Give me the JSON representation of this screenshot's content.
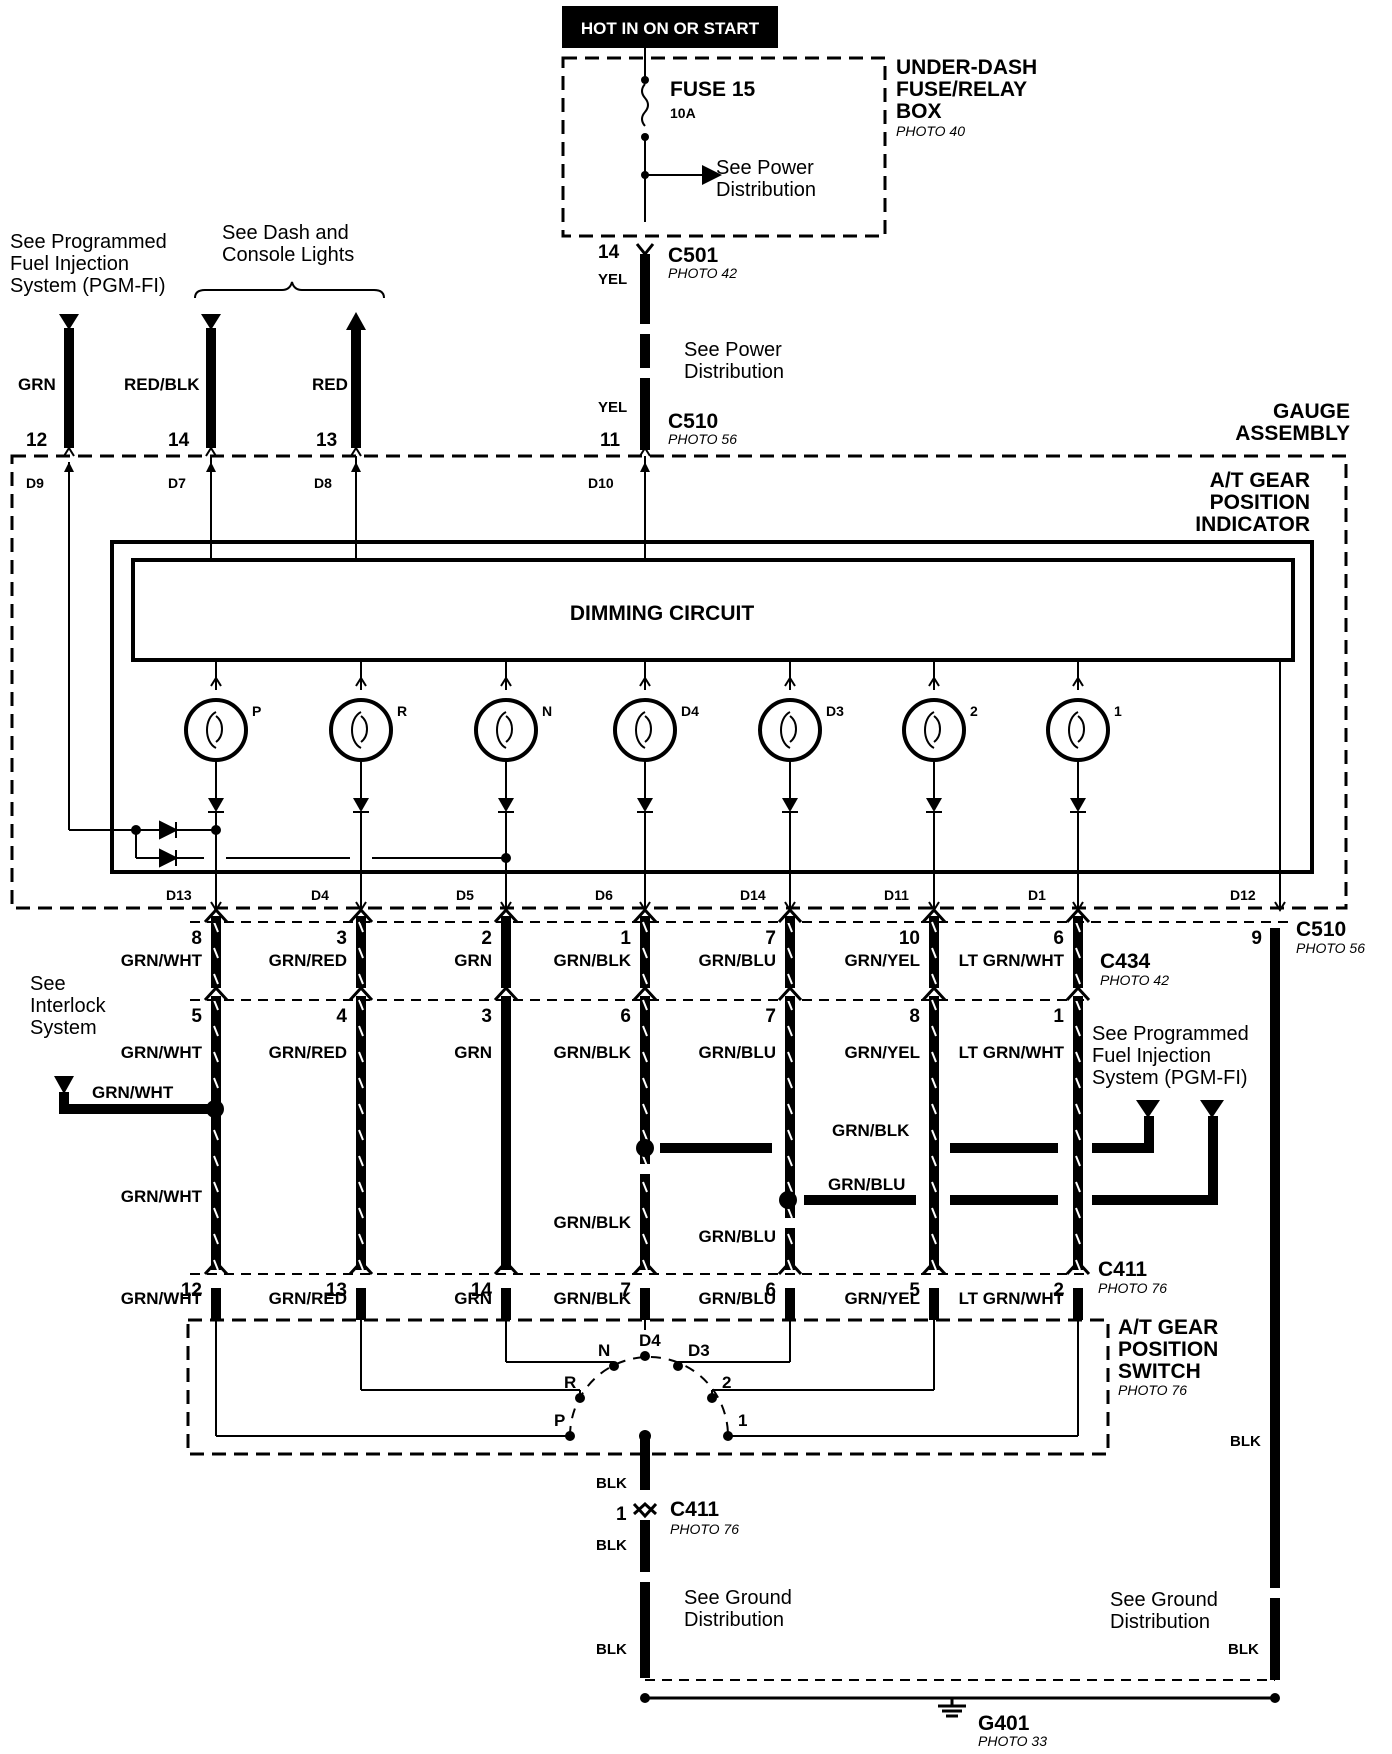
{
  "top": {
    "hot_label": "HOT IN ON OR START",
    "fusebox_title": [
      "UNDER-DASH",
      "FUSE/RELAY",
      "BOX"
    ],
    "fusebox_photo": "PHOTO 40",
    "fuse_name": "FUSE 15",
    "fuse_rating": "10A",
    "power_note": [
      "See Power",
      "Distribution"
    ],
    "c501": {
      "name": "C501",
      "photo": "PHOTO 42",
      "pin": "14",
      "wire": "YEL"
    },
    "power_note2": [
      "See Power",
      "Distribution"
    ],
    "c510": {
      "name": "C510",
      "photo": "PHOTO 56",
      "pin": "11",
      "wire": "YEL"
    }
  },
  "left_refs": {
    "pgmfi": [
      "See Programmed",
      "Fuel Injection",
      "System (PGM-FI)"
    ],
    "dash": [
      "See Dash and",
      "Console Lights"
    ]
  },
  "upper_wires": [
    {
      "wire": "GRN",
      "pin": "12",
      "dpin": "D9"
    },
    {
      "wire": "RED/BLK",
      "pin": "14",
      "dpin": "D7"
    },
    {
      "wire": "RED",
      "pin": "13",
      "dpin": "D8"
    },
    {
      "wire": "",
      "pin": "",
      "dpin": "D10"
    }
  ],
  "gauge": {
    "title": [
      "GAUGE",
      "ASSEMBLY"
    ],
    "indicator_title": [
      "A/T GEAR",
      "POSITION",
      "INDICATOR"
    ],
    "dimming": "DIMMING CIRCUIT",
    "bulbs": [
      "P",
      "R",
      "N",
      "D4",
      "D3",
      "2",
      "1"
    ],
    "bottom_pins": [
      "D13",
      "D4",
      "D5",
      "D6",
      "D14",
      "D11",
      "D1",
      "D12"
    ]
  },
  "c510_lower": {
    "name": "C510",
    "photo": "PHOTO 56",
    "pins": [
      "8",
      "3",
      "2",
      "1",
      "7",
      "10",
      "6",
      "9"
    ]
  },
  "c434": {
    "name": "C434",
    "photo": "PHOTO 42",
    "pins": [
      "5",
      "4",
      "3",
      "6",
      "7",
      "8",
      "1"
    ]
  },
  "c411": {
    "name": "C411",
    "photo": "PHOTO 76",
    "pins": [
      "12",
      "13",
      "14",
      "7",
      "6",
      "5",
      "2"
    ]
  },
  "columns": [
    "GRN/WHT",
    "GRN/RED",
    "GRN",
    "GRN/BLK",
    "GRN/BLU",
    "GRN/YEL",
    "LT GRN/WHT"
  ],
  "interlock": {
    "note": [
      "See",
      "Interlock",
      "System"
    ],
    "wire": "GRN/WHT"
  },
  "pgmfi_right": [
    "See Programmed",
    "Fuel Injection",
    "System (PGM-FI)"
  ],
  "splice_wires": {
    "grn_blk": "GRN/BLK",
    "grn_blu": "GRN/BLU"
  },
  "switch": {
    "title": [
      "A/T GEAR",
      "POSITION",
      "SWITCH"
    ],
    "photo": "PHOTO 76",
    "positions": [
      "P",
      "R",
      "N",
      "D4",
      "D3",
      "2",
      "1"
    ]
  },
  "bottom": {
    "c411": {
      "name": "C411",
      "photo": "PHOTO 76",
      "pin": "1"
    },
    "blk": "BLK",
    "ground_note": [
      "See Ground",
      "Distribution"
    ],
    "g401": {
      "name": "G401",
      "photo": "PHOTO 33"
    }
  },
  "colors": {
    "ink": "#000000",
    "paper": "#ffffff"
  }
}
